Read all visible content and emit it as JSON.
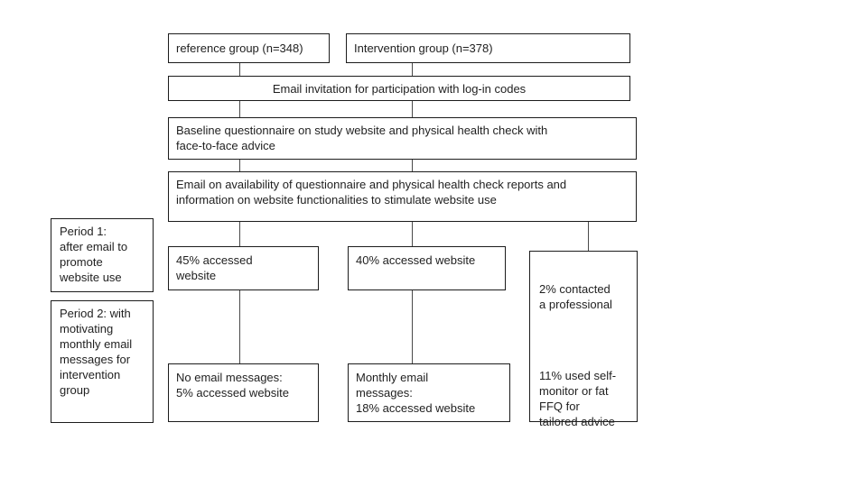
{
  "colors": {
    "background": "#ffffff",
    "box_border": "#1c1c1c",
    "text": "#1f1f1f",
    "connector_line": "#4a4a4a"
  },
  "boxes": {
    "reference_group": "reference group (n=348)",
    "intervention_group": "Intervention group (n=378)",
    "email_invitation": "Email invitation for participation with log-in codes",
    "baseline": "Baseline questionnaire on study website and physical health check with\nface-to-face advice",
    "email_availability": "Email on availability of questionnaire and physical health check reports and\ninformation on website functionalities to stimulate website use",
    "period_1": "Period 1:\nafter email to\npromote\nwebsite use",
    "period_2": "Period 2: with\nmotivating\nmonthly email\nmessages for\nintervention\ngroup",
    "reference_period1": "45% accessed\nwebsite",
    "intervention_period1": "40% accessed website",
    "reference_period2": "No email messages:\n5% accessed website",
    "intervention_period2": "Monthly email\nmessages:\n18% accessed website",
    "website_use_stat_professional": "2% contacted\na professional",
    "website_use_stat_selfmonitor": "11% used self-\nmonitor or fat\nFFQ for\ntailored advice"
  }
}
